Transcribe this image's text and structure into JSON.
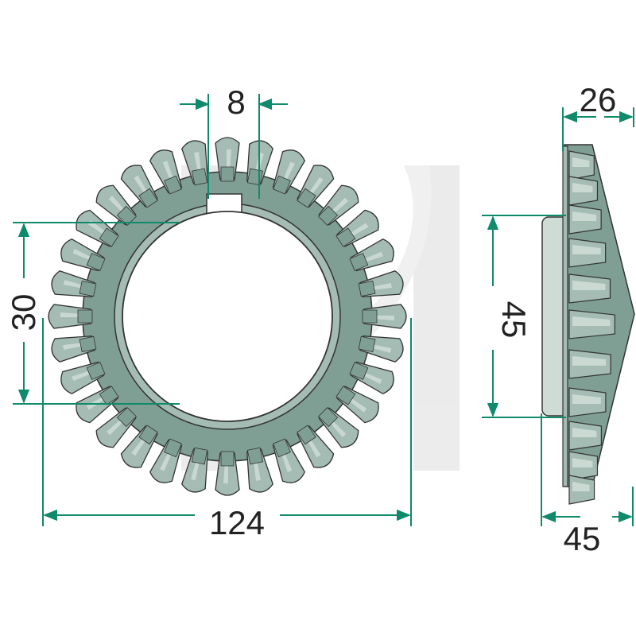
{
  "dimensions": {
    "keyway_width": "8",
    "bore_diameter": "30",
    "outer_diameter": "124",
    "hub_diameter": "45",
    "overall_width": "26",
    "total_depth": "45"
  },
  "colors": {
    "gear_fill": "#a4bcb4",
    "gear_shade": "#7f9e94",
    "gear_light": "#cfdcd6",
    "outline": "#333333",
    "dimension_line": "#0f8a6a",
    "watermark": "#dcdcdc",
    "background": "#ffffff"
  },
  "gear": {
    "tooth_count": 32
  }
}
